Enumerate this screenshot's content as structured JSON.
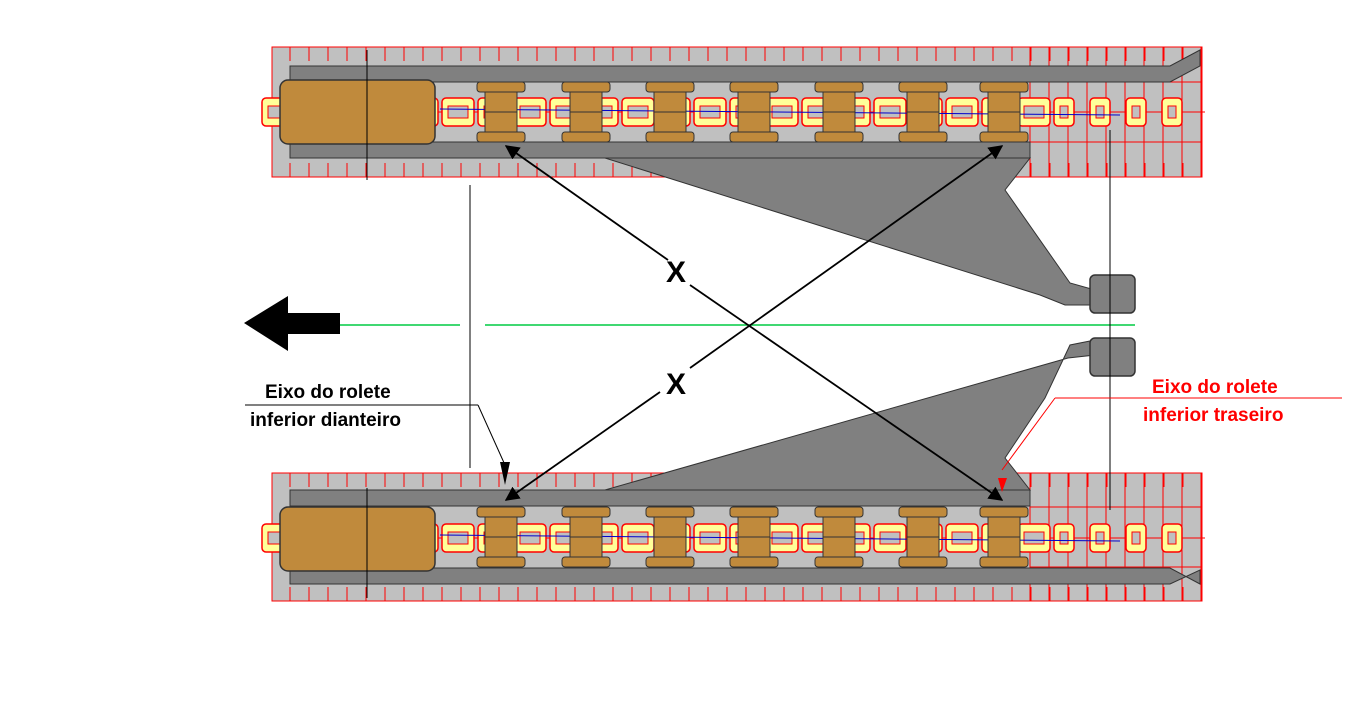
{
  "labels": {
    "x_upper": "X",
    "x_lower": "X",
    "front_axis_line1": "Eixo do rolete",
    "front_axis_line2": "inferior dianteiro",
    "rear_axis_line1": "Eixo do rolete",
    "rear_axis_line2": "inferior traseiro"
  },
  "colors": {
    "background": "#ffffff",
    "track_pad": "#c0c0c0",
    "track_grid": "#ff0000",
    "frame": "#808080",
    "roller": "#c08a3c",
    "chain_link": "#ffff99",
    "chain_outline": "#ff0000",
    "centerline": "#00cc44",
    "chain_centerline": "#0000cc",
    "measure_line": "#000000",
    "front_label": "#000000",
    "rear_label": "#ff0000"
  },
  "icons": {
    "direction": "arrow-left-icon"
  },
  "roller_count_per_side": 7
}
